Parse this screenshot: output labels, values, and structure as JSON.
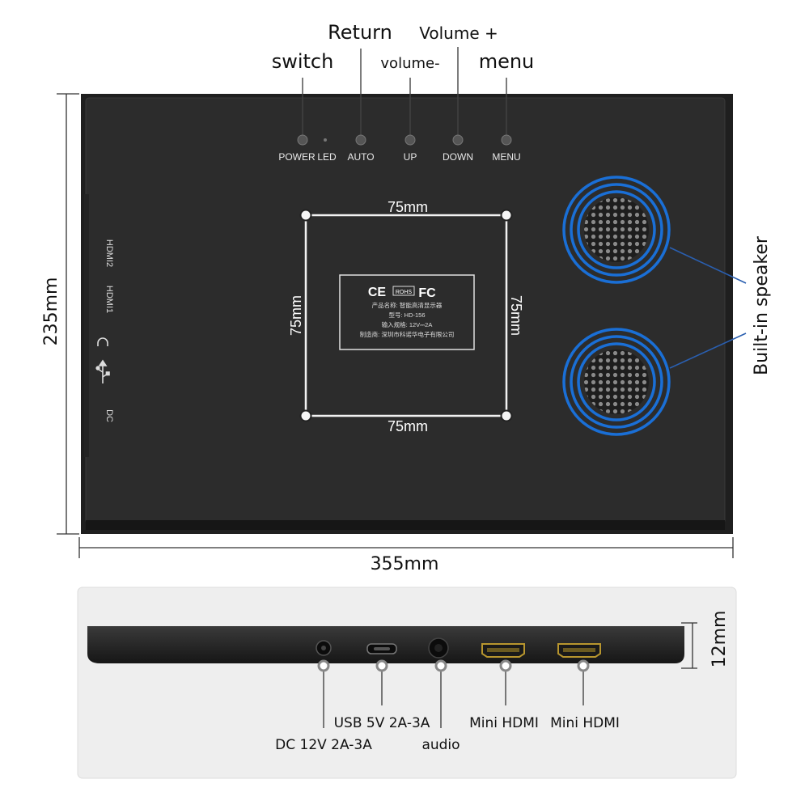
{
  "top_labels": {
    "return": "Return",
    "volume_plus": "Volume +",
    "switch": "switch",
    "volume_minus": "volume-",
    "menu": "menu"
  },
  "buttons": {
    "power": "POWER",
    "led": "LED",
    "auto": "AUTO",
    "up": "UP",
    "down": "DOWN",
    "menu": "MENU"
  },
  "vesa": {
    "top": "75mm",
    "bottom": "75mm",
    "left": "75mm",
    "right": "75mm"
  },
  "nameplate": {
    "rohs": "ROHS",
    "product_name": "产品名称: 智能高清显示器",
    "model": "型号: HD-156",
    "input": "输入规格: 12V⎓2A",
    "manufacturer": "制造商: 深圳市科诺华电子有限公司"
  },
  "side_ports": {
    "hdmi2": "HDMI2",
    "hdmi1": "HDMI1",
    "dc": "DC"
  },
  "speaker_label": "Built-in speaker",
  "dimensions": {
    "height": "235mm",
    "width": "355mm",
    "thickness": "12mm"
  },
  "bottom_ports": {
    "dc": "DC 12V 2A-3A",
    "usb": "USB 5V 2A-3A",
    "audio": "audio",
    "hdmi_a": "Mini HDMI",
    "hdmi_b": "Mini HDMI"
  },
  "colors": {
    "panel": "#2c2c2c",
    "speaker_ring": "#1a6fd6",
    "line": "#333333"
  }
}
